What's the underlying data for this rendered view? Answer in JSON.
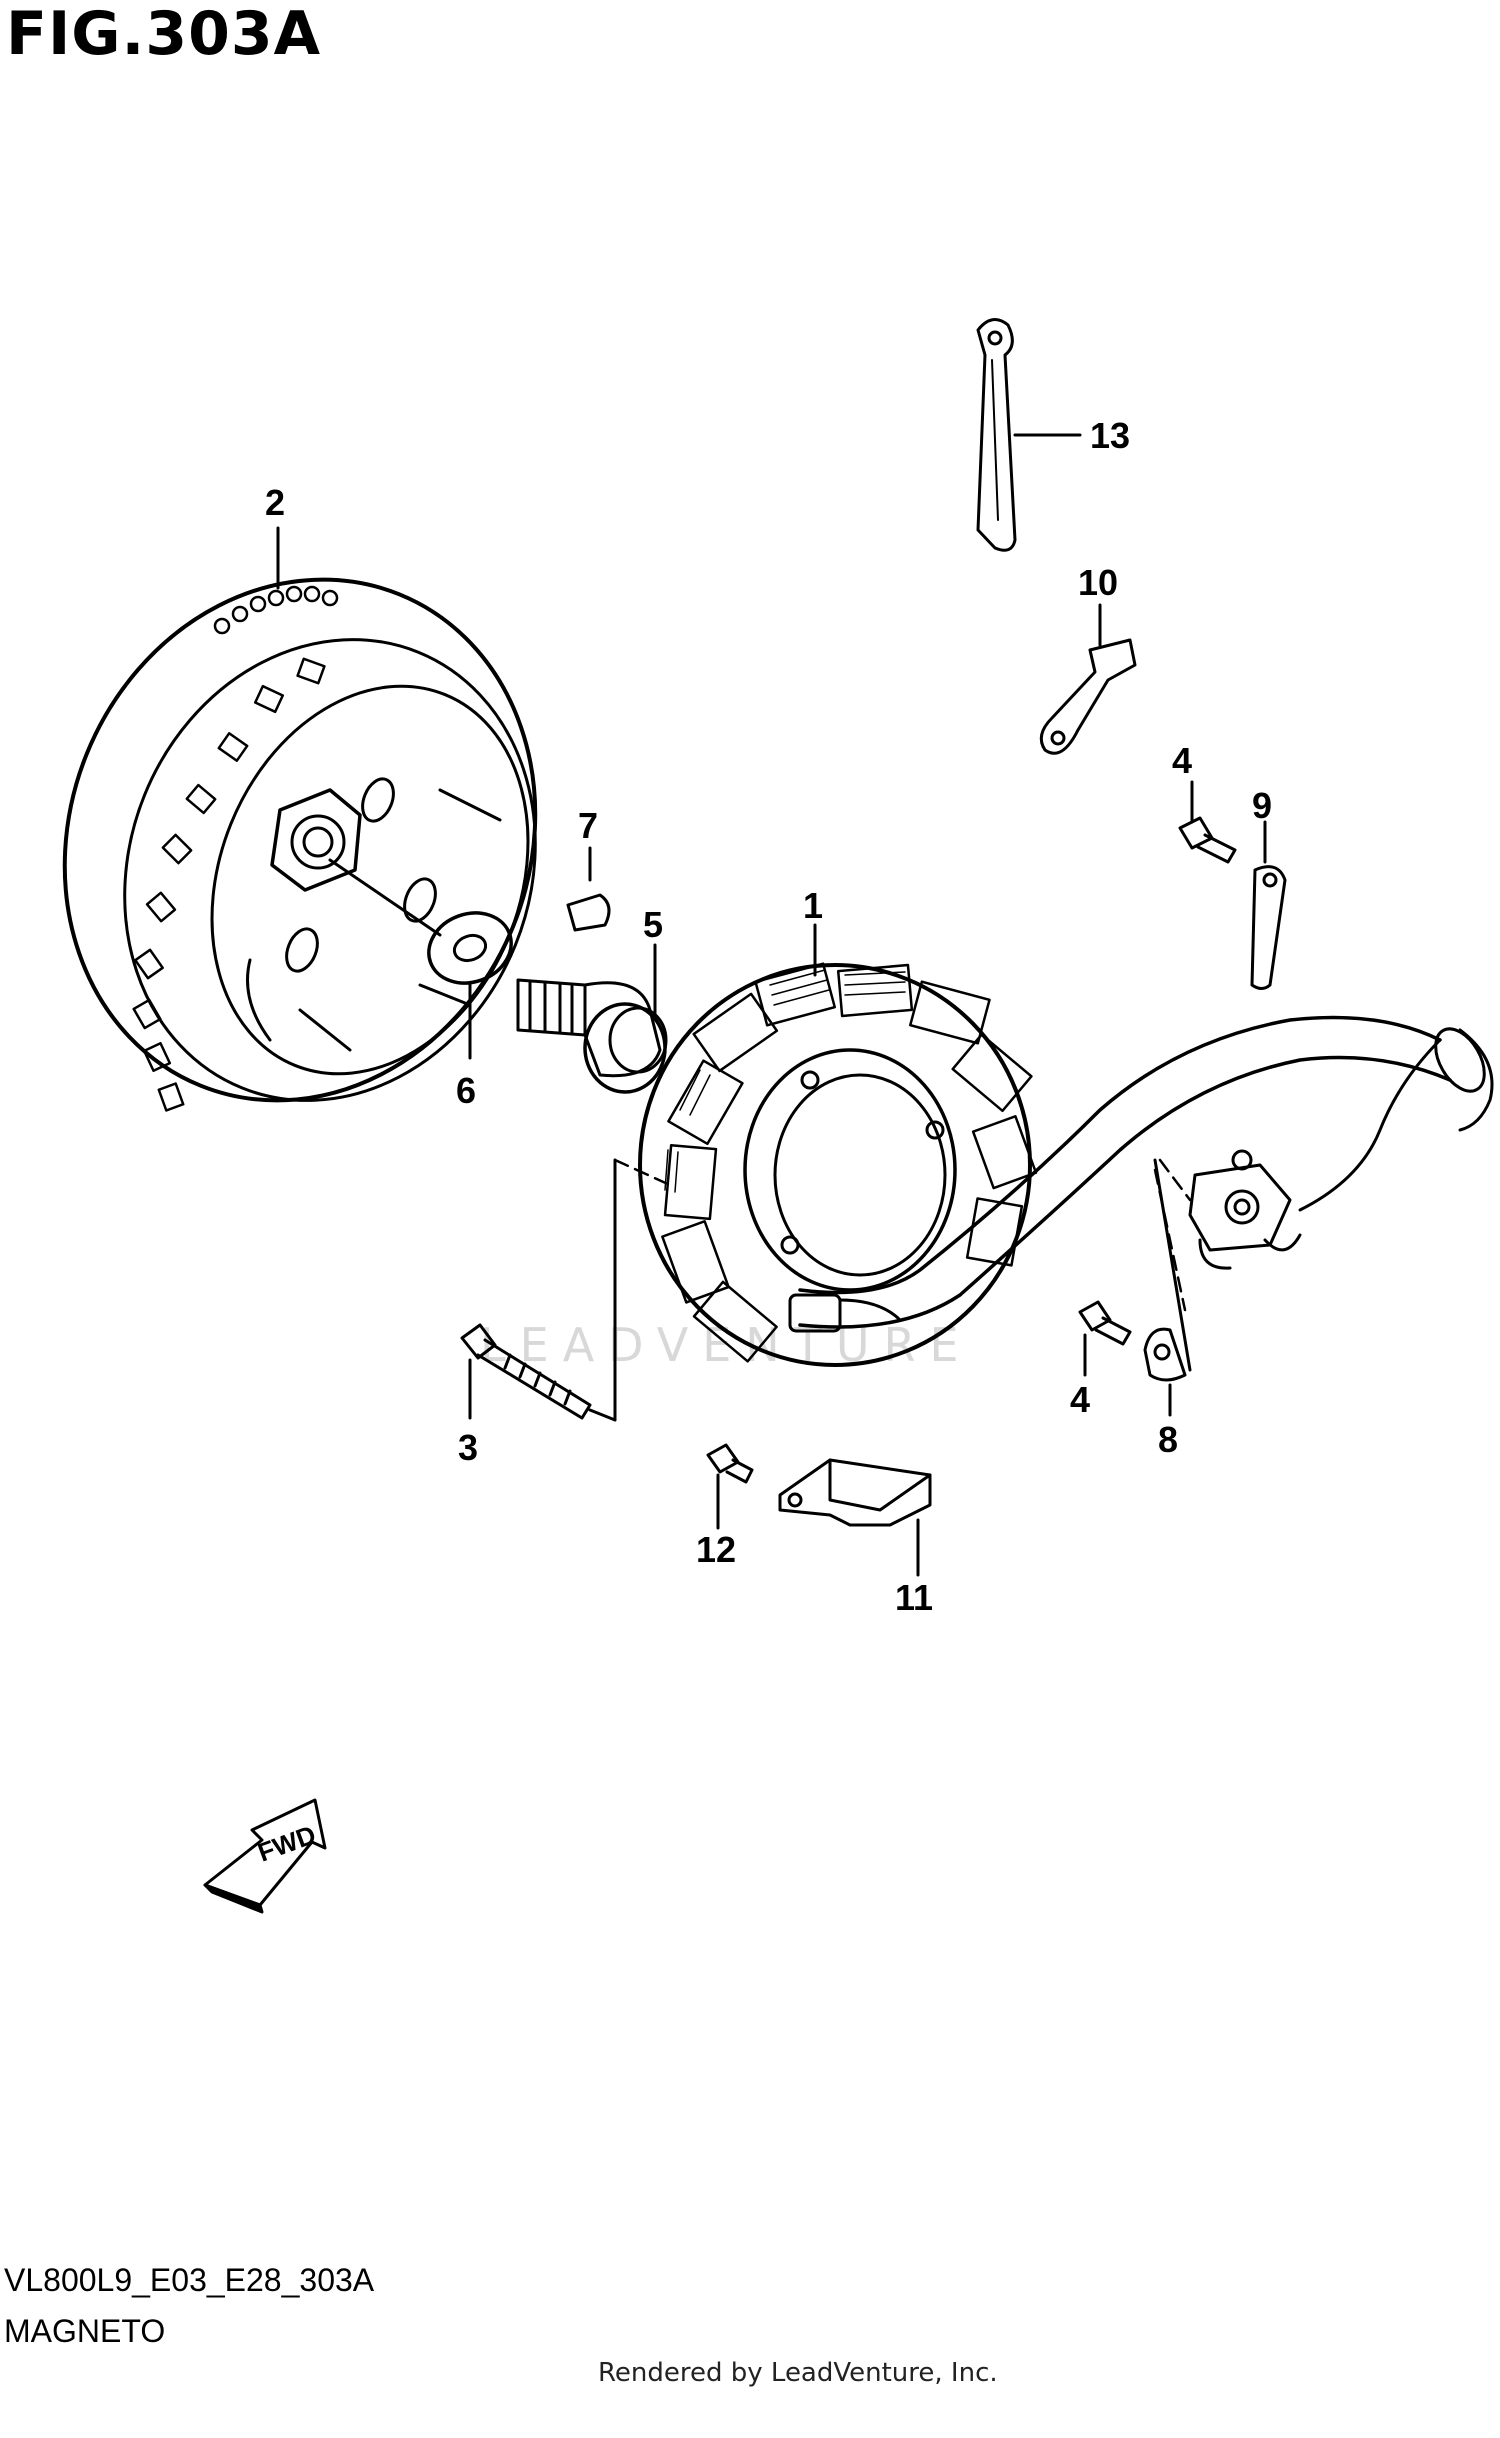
{
  "figure": {
    "title": "FIG.303A",
    "model_code": "VL800L9_E03_E28_303A",
    "section_name": "MAGNETO",
    "rendered_by": "Rendered by LeadVenture, Inc.",
    "watermark": "LEADVENTURE",
    "fwd_label": "FWD"
  },
  "callouts": {
    "c1": "1",
    "c2": "2",
    "c3": "3",
    "c4a": "4",
    "c4b": "4",
    "c5": "5",
    "c6": "6",
    "c7": "7",
    "c8": "8",
    "c9": "9",
    "c10": "10",
    "c11": "11",
    "c12": "12",
    "c13": "13"
  },
  "colors": {
    "ink": "#000000",
    "background": "#ffffff"
  }
}
